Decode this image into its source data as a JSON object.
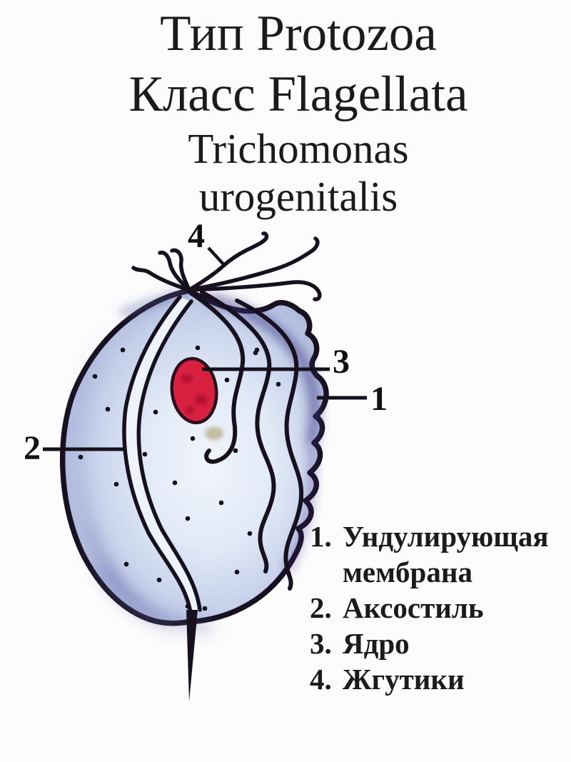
{
  "title": {
    "line1": "Тип Protozoa",
    "line2": "Класс Flagellata",
    "line3": "Trichomonas",
    "line4": "urogenitalis"
  },
  "diagram": {
    "callouts": [
      {
        "number": "1",
        "target": "undulating-membrane"
      },
      {
        "number": "2",
        "target": "axostyle"
      },
      {
        "number": "3",
        "target": "nucleus"
      },
      {
        "number": "4",
        "target": "flagella"
      }
    ],
    "colors": {
      "outline": "#17101f",
      "cell_fill": "#aab6da",
      "cell_inner_light": "#edf3fb",
      "rim_shade": "#4b4188",
      "nucleus": "#d92040",
      "background": "#fcfcfd"
    }
  },
  "legend": {
    "items": [
      {
        "number": "1.",
        "text": "Ундулирующая мембрана"
      },
      {
        "number": "2.",
        "text": "Аксостиль"
      },
      {
        "number": "3.",
        "text": "Ядро"
      },
      {
        "number": "4.",
        "text": "Жгутики"
      }
    ]
  }
}
